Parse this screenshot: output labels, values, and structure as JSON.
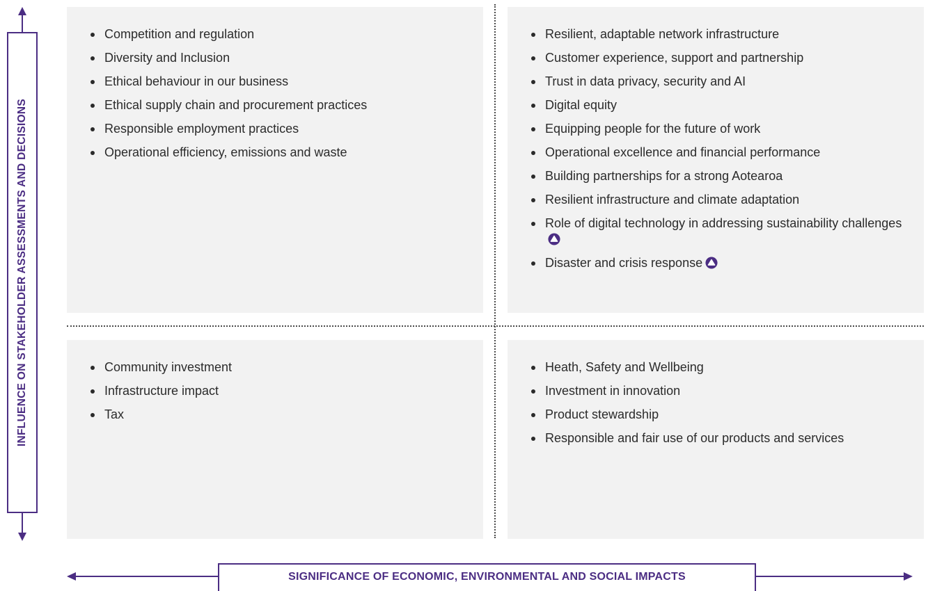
{
  "quadrants": {
    "top_left": {
      "items": [
        {
          "text": "Competition and regulation"
        },
        {
          "text": "Diversity and Inclusion"
        },
        {
          "text": "Ethical behaviour in our business"
        },
        {
          "text": "Ethical supply chain and procurement practices"
        },
        {
          "text": "Responsible employment practices"
        },
        {
          "text": "Operational efficiency, emissions and waste"
        }
      ]
    },
    "top_right": {
      "items": [
        {
          "text": "Resilient, adaptable network infrastructure"
        },
        {
          "text": "Customer experience, support and partnership"
        },
        {
          "text": "Trust in data privacy, security and AI"
        },
        {
          "text": "Digital equity"
        },
        {
          "text": "Equipping people for the future of work"
        },
        {
          "text": "Operational excellence and financial performance"
        },
        {
          "text": "Building partnerships for a strong Aotearoa"
        },
        {
          "text": "Resilient infrastructure and climate adaptation"
        },
        {
          "text": "Role of digital technology in addressing sustainability challenges",
          "icon": "triangle-circle-icon"
        },
        {
          "text": "Disaster and crisis response",
          "icon": "triangle-circle-icon"
        }
      ]
    },
    "bottom_left": {
      "items": [
        {
          "text": "Community investment"
        },
        {
          "text": "Infrastructure impact"
        },
        {
          "text": "Tax"
        }
      ]
    },
    "bottom_right": {
      "items": [
        {
          "text": "Heath, Safety and Wellbeing"
        },
        {
          "text": "Investment in innovation"
        },
        {
          "text": "Product stewardship"
        },
        {
          "text": "Responsible and fair use of our products and services"
        }
      ]
    }
  },
  "axes": {
    "vertical_label": "INFLUENCE ON STAKEHOLDER ASSESSMENTS AND DECISIONS",
    "horizontal_label": "SIGNIFICANCE OF ECONOMIC, ENVIRONMENTAL AND SOCIAL IMPACTS"
  },
  "colors": {
    "accent": "#4b2d83",
    "quadrant_bg": "#f2f2f2",
    "text": "#2b2b2b"
  }
}
